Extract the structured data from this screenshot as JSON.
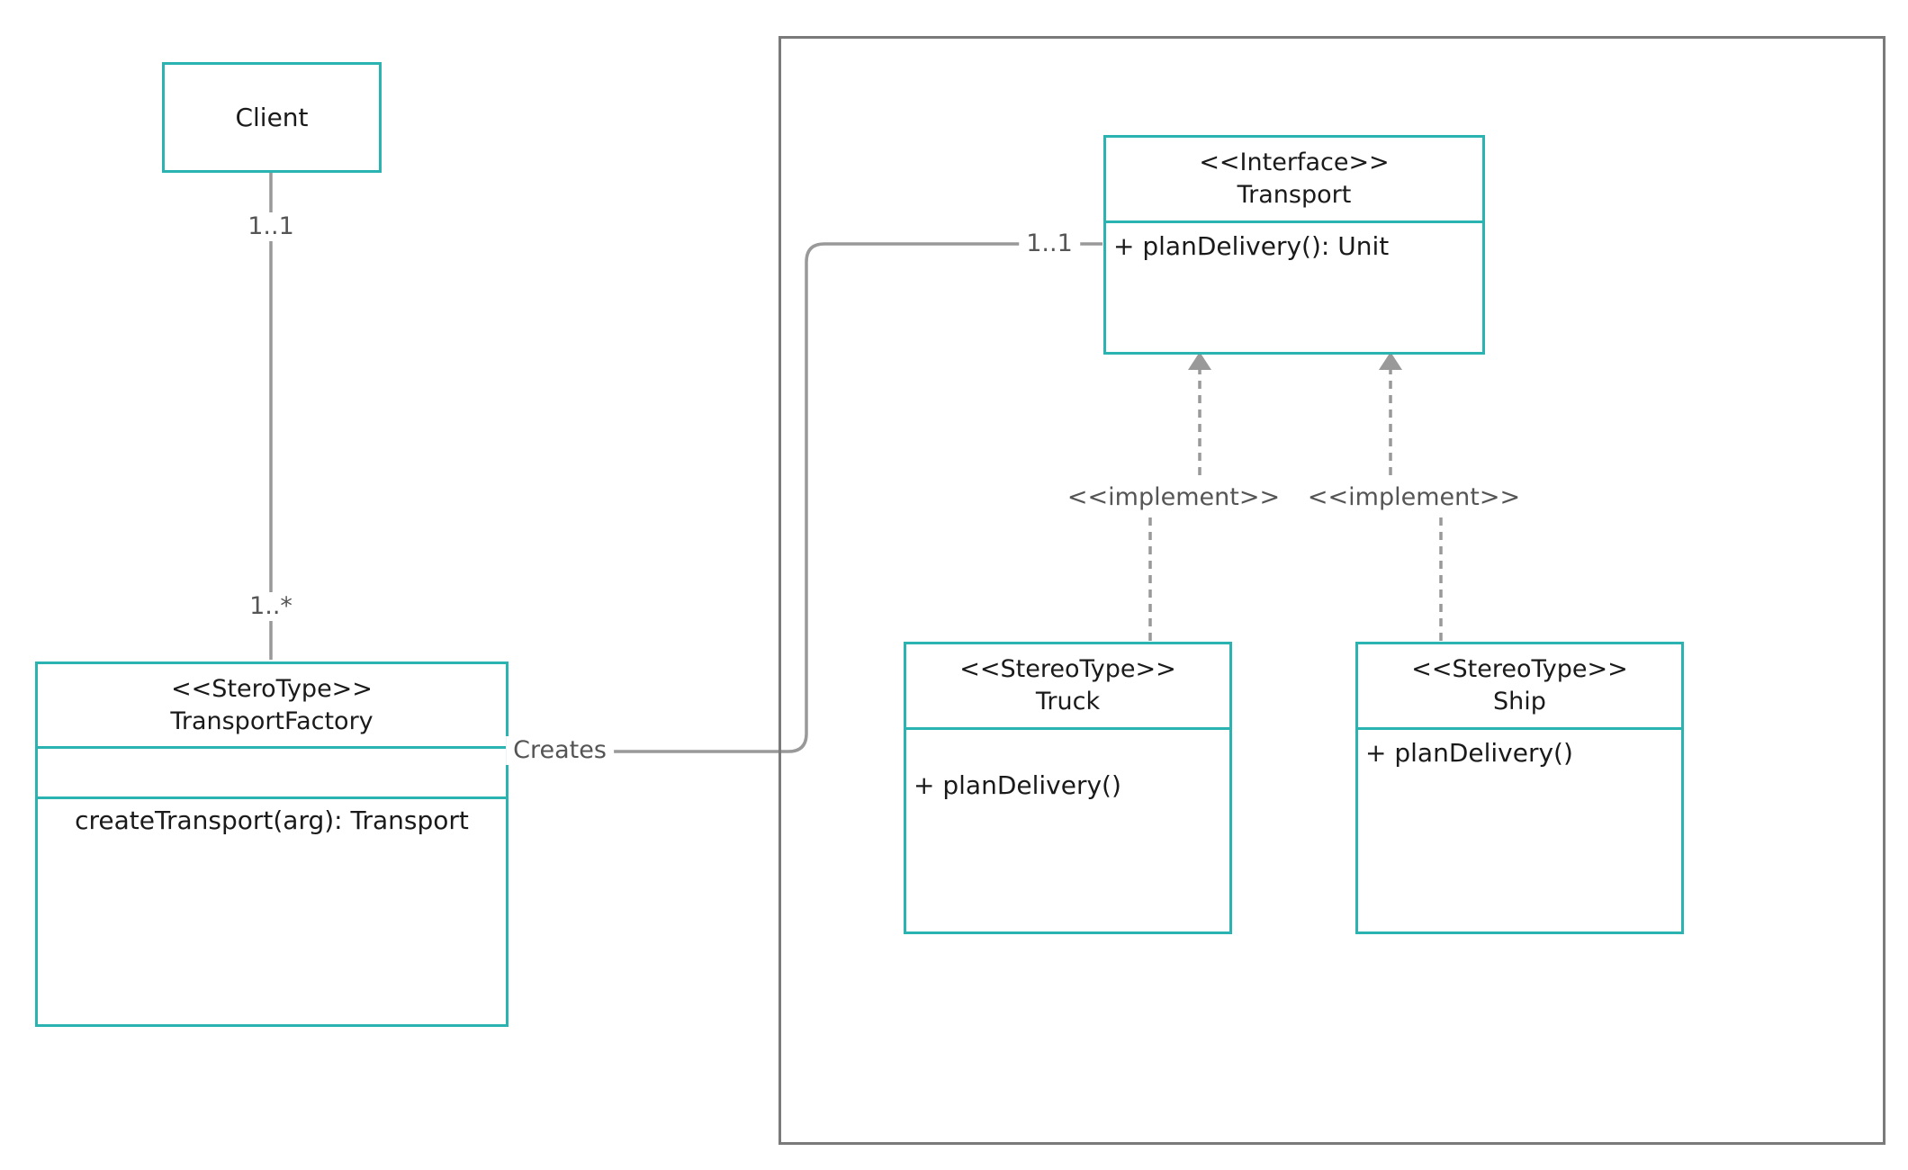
{
  "diagram": {
    "colors": {
      "class_border": "#2bb3b1",
      "connector": "#999999",
      "package_border": "#7a7a7a",
      "label": "#555555"
    },
    "client": {
      "name": "Client"
    },
    "factory": {
      "stereotype": "<<SteroType>>",
      "name": "TransportFactory",
      "method": "createTransport(arg): Transport"
    },
    "transport": {
      "stereotype": "<<Interface>>",
      "name": "Transport",
      "method": "+ planDelivery(): Unit"
    },
    "truck": {
      "stereotype": "<<StereoType>>",
      "name": "Truck",
      "method": "+ planDelivery()"
    },
    "ship": {
      "stereotype": "<<StereoType>>",
      "name": "Ship",
      "method": "+ planDelivery()"
    },
    "labels": {
      "client_mult": "1..1",
      "factory_mult": "1..*",
      "creates": "Creates",
      "transport_mult": "1..1",
      "implement_truck": "<<implement>>",
      "implement_ship": "<<implement>>"
    }
  }
}
